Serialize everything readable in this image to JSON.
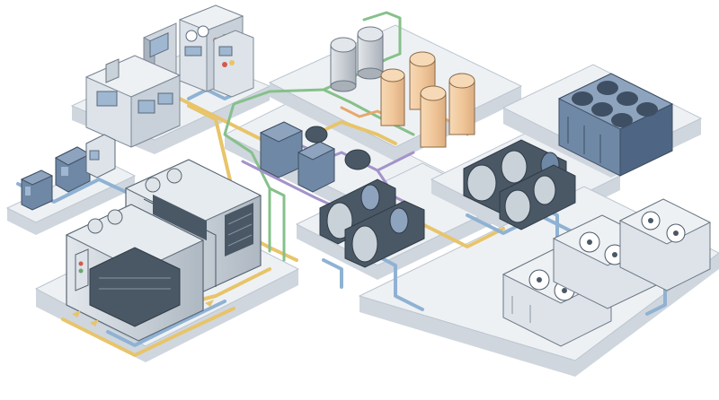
{
  "scene": {
    "title": "",
    "style": "isometric technical illustration",
    "text_labels": []
  },
  "colors": {
    "background": "#ffffff",
    "slab_top": "#eef1f4",
    "slab_side": "#cfd6de",
    "frame": "#a6b0bb",
    "machine_gray": "#c9d1d9",
    "machine_dark": "#4a5866",
    "cabinet_blue": "#6f88a6",
    "cabinet_blue_dark": "#4e6684",
    "pipe_yellow": "#e8c46a",
    "pipe_green": "#86c08a",
    "pipe_purple": "#a493c9",
    "pipe_blue": "#8fb2d3",
    "pipe_orange": "#e7a86a",
    "tank_orange": "#f1c79a",
    "tank_gray": "#c7ccd2",
    "screen": "#9fb7d1"
  },
  "zones": [
    {
      "id": "control-room",
      "icon": "control-panel-icon",
      "units": 4
    },
    {
      "id": "generator-hall",
      "icon": "generator-icon",
      "units": 2
    },
    {
      "id": "wall-panels",
      "icon": "electrical-box-icon",
      "units": 3
    },
    {
      "id": "pump-station",
      "icon": "pump-icon",
      "units": 4
    },
    {
      "id": "tank-farm",
      "icon": "storage-tank-icon",
      "units": 6
    },
    {
      "id": "chiller-plant",
      "icon": "chiller-icon",
      "units": 3
    },
    {
      "id": "compressor-bay",
      "icon": "compressor-icon",
      "units": 2
    },
    {
      "id": "cooling-towers",
      "icon": "fan-icon",
      "units": 8
    }
  ],
  "pipe_networks": [
    {
      "id": "hot-water-loop",
      "color": "pipe_yellow"
    },
    {
      "id": "green-supply-line",
      "color": "pipe_green"
    },
    {
      "id": "purple-return-line",
      "color": "pipe_purple"
    },
    {
      "id": "chilled-water-line",
      "color": "pipe_blue"
    },
    {
      "id": "orange-process-line",
      "color": "pipe_orange"
    }
  ]
}
